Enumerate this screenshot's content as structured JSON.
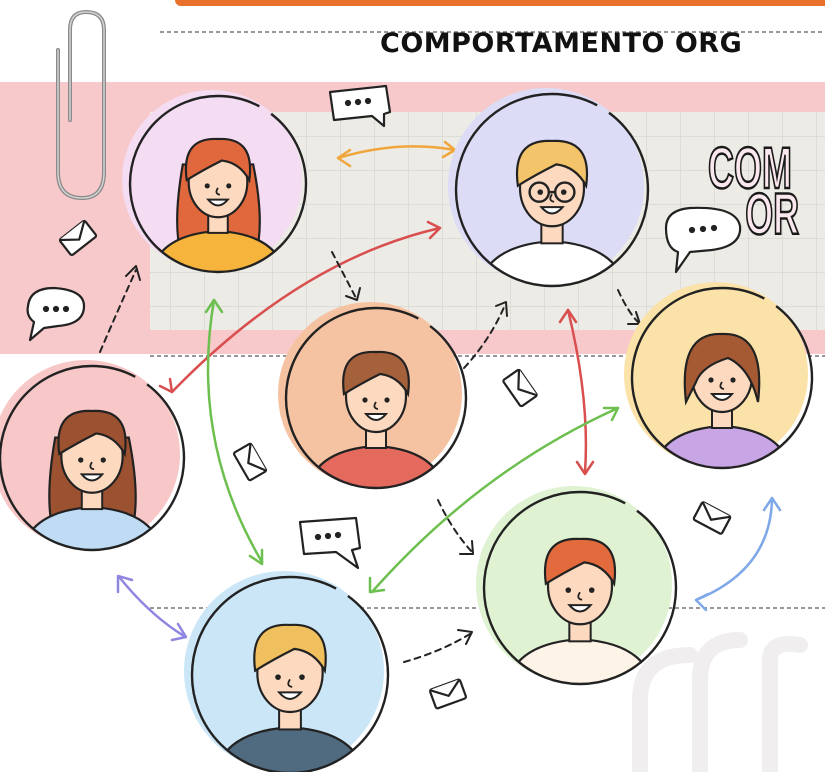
{
  "header": {
    "title": "COMPORTAMENTO ORG"
  },
  "overlay_title": {
    "line1": "COM",
    "line2": "OR"
  },
  "colors": {
    "pink_band": "#f8c9cb",
    "orange_bar": "#e8722c",
    "arrow_orange": "#f0a63a",
    "arrow_red": "#d94f4f",
    "arrow_green": "#6dbf4f",
    "arrow_blue": "#7ea8e8",
    "arrow_purple": "#8f86e0"
  },
  "icons": [
    "paperclip-icon",
    "envelope-icon",
    "chat-bubble-icon",
    "arrow-icon"
  ],
  "people": [
    {
      "id": "woman-redhead",
      "bg": "#f4dcf2",
      "hair": "#e0683c",
      "shirt": "#f7b43c",
      "skin": "#fcd9bf"
    },
    {
      "id": "man-glasses",
      "bg": "#dcdcf6",
      "hair": "#f3c469",
      "shirt": "#ffffff",
      "skin": "#fcd9bf"
    },
    {
      "id": "man-center",
      "bg": "#f6c3a2",
      "hair": "#a5613b",
      "shirt": "#e46a5e",
      "skin": "#fcd9bf"
    },
    {
      "id": "woman-brunette",
      "bg": "#fbe2a8",
      "hair": "#a55a34",
      "shirt": "#c8a6e6",
      "skin": "#fcd9bf"
    },
    {
      "id": "woman-left",
      "bg": "#f8c7c7",
      "hair": "#9c5231",
      "shirt": "#bfdcf4",
      "skin": "#fcd9bf"
    },
    {
      "id": "man-turtleneck",
      "bg": "#dff3d2",
      "hair": "#e26a3c",
      "shirt": "#fdf3e6",
      "skin": "#fcd9bf"
    },
    {
      "id": "man-suit",
      "bg": "#cbe7f7",
      "hair": "#f0c05e",
      "shirt": "#506a80",
      "skin": "#fcd9bf"
    }
  ]
}
